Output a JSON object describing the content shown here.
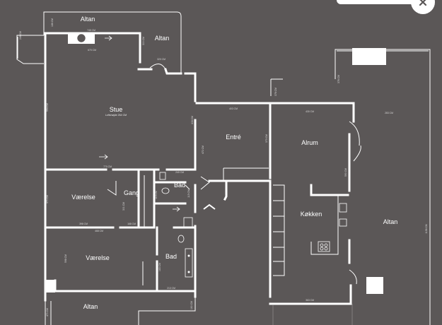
{
  "rooms": {
    "altan_top": "Altan",
    "altan_right_top": "Altan",
    "stue": "Stue",
    "stue_sub": "Loftshøjde 264 CM",
    "entre": "Entré",
    "alrum": "Alrum",
    "vaerelse_1": "Værelse",
    "gang": "Gang",
    "bad_1": "Bad",
    "koekken": "Køkken",
    "altan_east": "Altan",
    "vaerelse_2": "Værelse",
    "bad_2": "Bad",
    "altan_bottom": "Altan"
  },
  "dimensions": {
    "d_top_left": "745 CM",
    "d_top_left_v": "186 CM",
    "d_altan_v": "246 CM",
    "d_fire": "670 CM",
    "d_altan_small": "320 CM",
    "d_altan_small_v": "300 CM",
    "d_stue_v": "594 CM",
    "d_stue_right_v": "408 CM",
    "d_entre_top": "403 CM",
    "d_entre_v": "472 CM",
    "d_entre_v2": "373 CM",
    "d_alrum_top": "430 CM",
    "d_alrum_v": "590 CM",
    "d_east_top": "283 CM",
    "d_east_v_top": "378 CM",
    "d_east_v": "1158 CM",
    "d_stue_bottom": "770 CM",
    "d_bad_top": "240 CM",
    "d_bad_v": "115 CM",
    "d_gang": "301 CM",
    "d_v1_bottom": "398 CM",
    "d_v1_v": "370 CM",
    "d_gang_b": "168 CM",
    "d_v2_top": "468 CM",
    "d_v2_v": "598 CM",
    "d_bad2_v": "183 CM",
    "d_bad2_b": "213 CM",
    "d_alrum_bottom": "363 CM",
    "d_bottom_v": "470 CM",
    "d_bottom_v2": "160 CM"
  },
  "icons": {
    "close": "close-icon"
  }
}
